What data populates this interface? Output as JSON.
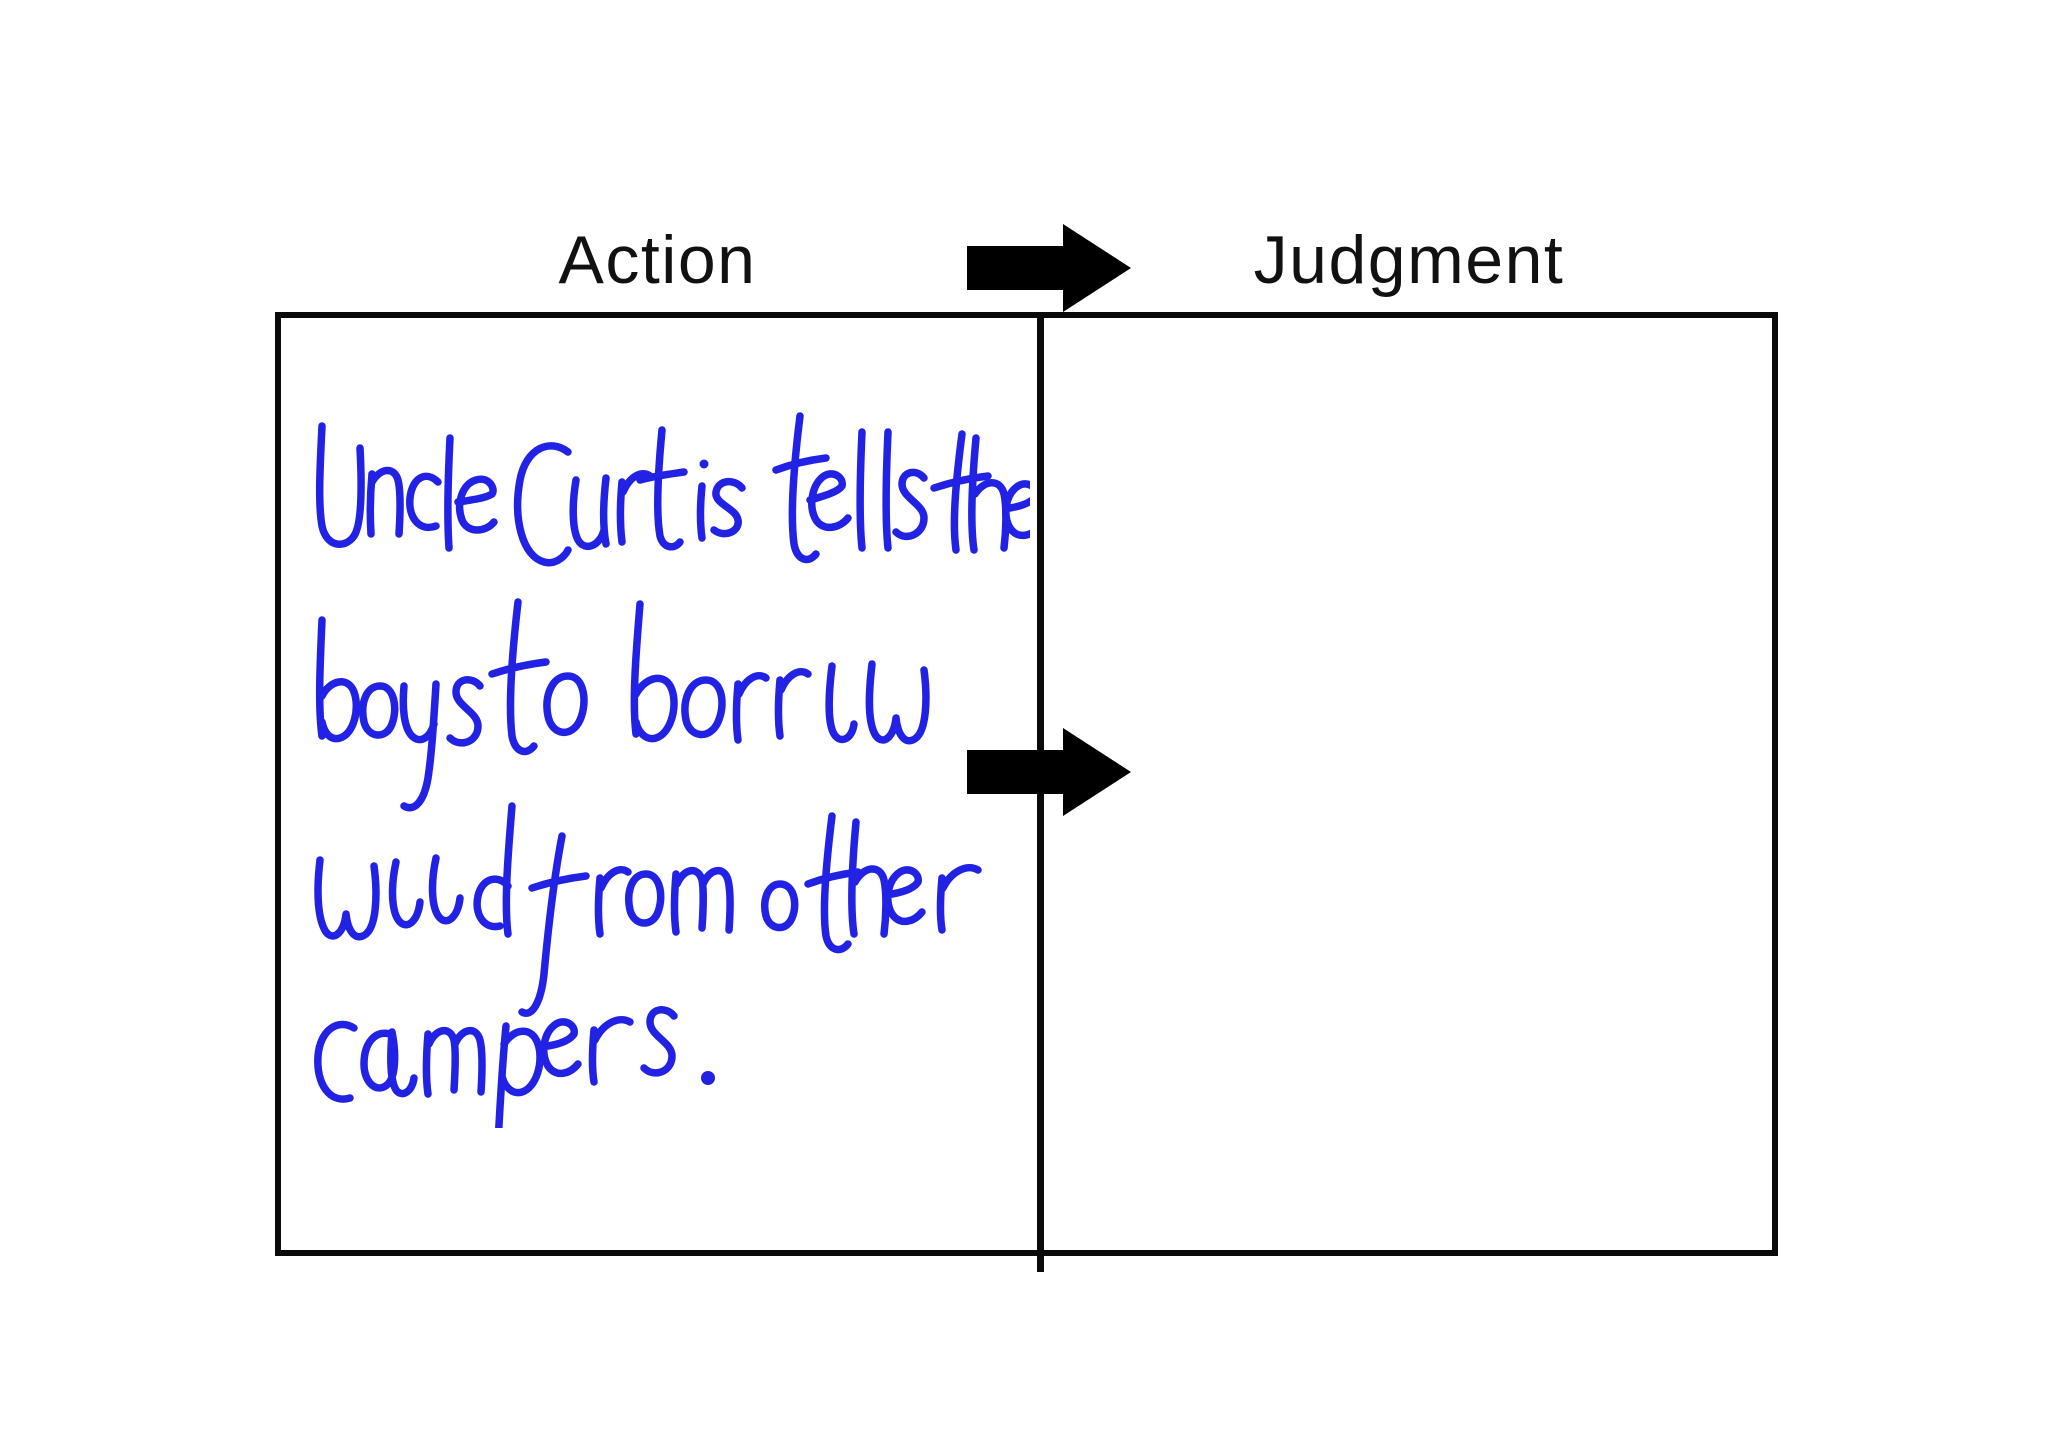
{
  "page": {
    "background_color": "#ffffff",
    "title": "Action and Judgment two-column graphic organizer"
  },
  "organizer": {
    "columns": [
      {
        "id": "action",
        "label": "Action"
      },
      {
        "id": "judgment",
        "label": "Judgment"
      }
    ],
    "border_color": "#0a0a0a",
    "arrows": [
      {
        "id": "header-arrow",
        "name": "right-arrow-icon",
        "direction": "right",
        "color": "#000000"
      },
      {
        "id": "middle-arrow",
        "name": "right-arrow-icon",
        "direction": "right",
        "color": "#000000"
      }
    ],
    "cells": {
      "action": {
        "ink_color": "#2222e4",
        "handwriting_lines": [
          "Uncle Curtis tells the",
          "boys to borrow",
          "wood from other",
          "campers."
        ],
        "handwriting_text": "Uncle Curtis tells the boys to borrow wood from other campers."
      },
      "judgment": {
        "ink_color": "#2222e4",
        "handwriting_lines": [],
        "handwriting_text": ""
      }
    }
  }
}
